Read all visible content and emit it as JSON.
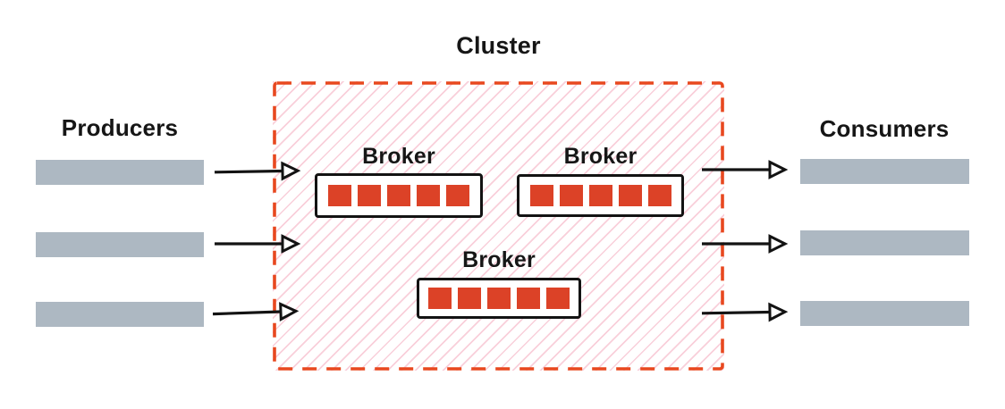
{
  "cluster": {
    "label": "Cluster",
    "brokers": [
      {
        "label": "Broker",
        "partition_count": 5
      },
      {
        "label": "Broker",
        "partition_count": 5
      },
      {
        "label": "Broker",
        "partition_count": 5
      }
    ]
  },
  "producers": {
    "label": "Producers",
    "item_count": 3
  },
  "consumers": {
    "label": "Consumers",
    "item_count": 3
  },
  "colors": {
    "accent_red": "#E8481F",
    "partition_red": "#DC4227",
    "bar_gray": "#ADB8C2",
    "hatch_pink": "#F9CFDA",
    "text_black": "#161616",
    "background": "#FFFFFF"
  }
}
